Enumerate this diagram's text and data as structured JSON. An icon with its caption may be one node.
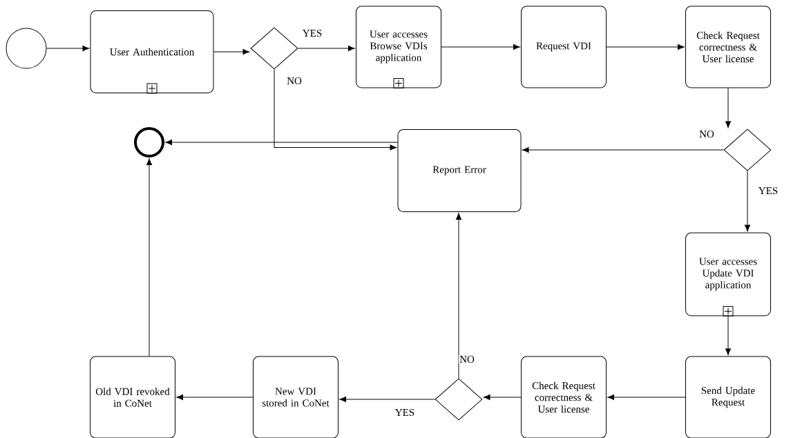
{
  "diagram": {
    "nodes": [
      {
        "text": [],
        "shape": "circle"
      },
      {
        "text": [
          "User Authentication"
        ]
      },
      {
        "text": [],
        "shape": "diamond"
      },
      {
        "text": [
          "User accesses Browse VDIs application"
        ]
      },
      {
        "text": [
          "Request VDI"
        ]
      },
      {
        "text": [
          "Check Request correctness & User license"
        ]
      },
      {
        "text": [],
        "shape": "diamond"
      },
      {
        "text": [
          "Report Error"
        ]
      },
      {
        "text": [],
        "shape": "circle"
      },
      {
        "text": [
          "User accesses Update VDI application"
        ]
      },
      {
        "text": [
          "Send Update Request"
        ]
      },
      {
        "text": [
          "Check Request correctness & User license"
        ]
      },
      {
        "text": [],
        "shape": "diamond"
      },
      {
        "text": [
          "New VDI stored in CoNet"
        ]
      },
      {
        "text": [
          "Old VDI revoked in CoNet"
        ]
      }
    ],
    "edges": [
      {
        "from": 0,
        "to": 1,
        "arrow": "to"
      },
      {
        "from": 1,
        "to": 2,
        "arrow": "to"
      },
      {
        "from": 2,
        "to": 3,
        "arrow": "to",
        "label": "YES"
      },
      {
        "from": 3,
        "to": 4,
        "arrow": "to"
      },
      {
        "from": 4,
        "to": 5,
        "arrow": "to"
      },
      {
        "from": 5,
        "to": 6,
        "arrow": "to"
      },
      {
        "from": 2,
        "to": 7,
        "arrow": "to",
        "label": "NO"
      },
      {
        "from": 6,
        "to": 7,
        "arrow": "to",
        "label": "NO"
      },
      {
        "from": 6,
        "to": 9,
        "arrow": "to",
        "label": "YES"
      },
      {
        "from": 9,
        "to": 10,
        "arrow": "to"
      },
      {
        "from": 10,
        "to": 11,
        "arrow": "to"
      },
      {
        "from": 11,
        "to": 12,
        "arrow": "to"
      },
      {
        "from": 12,
        "to": 13,
        "arrow": "to",
        "label": "YES"
      },
      {
        "from": 12,
        "to": 7,
        "arrow": "to",
        "label": "NO"
      },
      {
        "from": 13,
        "to": 14,
        "arrow": "to"
      },
      {
        "from": 7,
        "to": 8,
        "arrow": "to"
      },
      {
        "from": 14,
        "to": 8,
        "arrow": "to"
      }
    ]
  }
}
